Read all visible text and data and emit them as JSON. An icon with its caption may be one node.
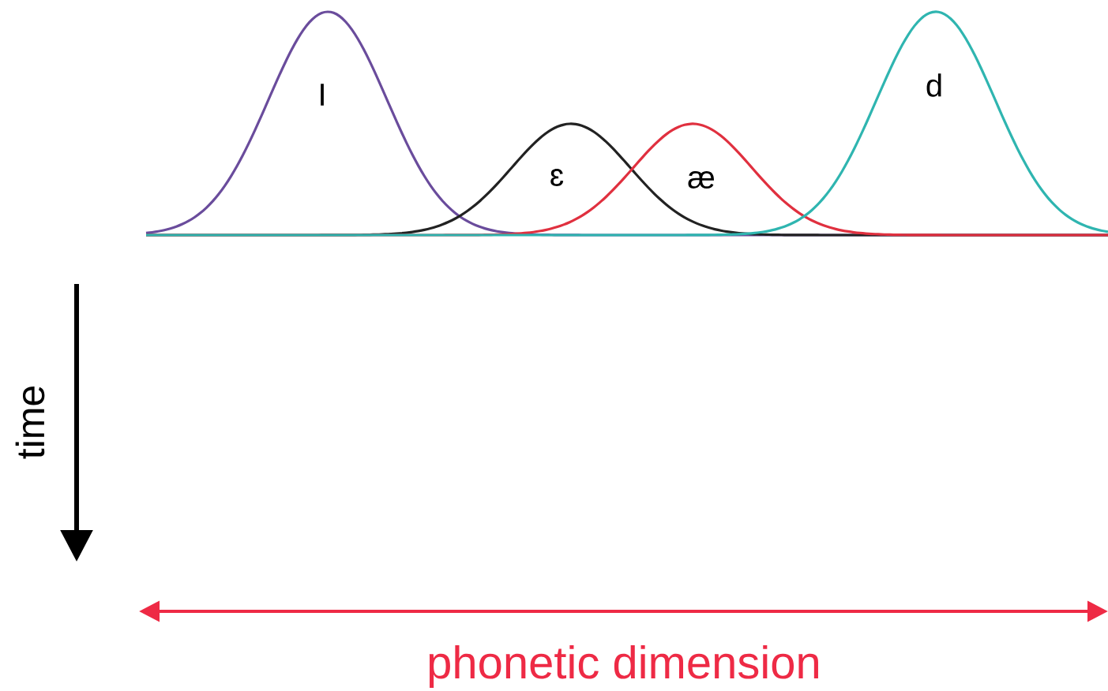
{
  "diagram": {
    "labels": [
      "I",
      "ɛ",
      "æ",
      "d",
      "time",
      "phonetic dimension"
    ]
  }
}
